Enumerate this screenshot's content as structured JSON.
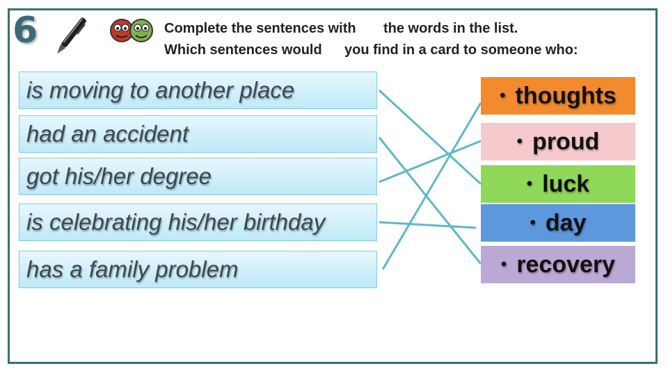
{
  "exercise": {
    "number": "6",
    "instruction_line1_a": "Complete the sentences with",
    "instruction_line1_b": "the words in the list.",
    "instruction_line2_a": "Which sentences would",
    "instruction_line2_b": "you find in a card to someone who:"
  },
  "sentences": [
    "is moving to another place",
    "had an accident",
    "got his/her degree",
    "is celebrating his/her birthday",
    "has a family problem"
  ],
  "words": [
    {
      "label": "thoughts",
      "bullet": "•",
      "color": "#f28a2e"
    },
    {
      "label": "proud",
      "bullet": "•",
      "color": "#f6c9cc"
    },
    {
      "label": "luck",
      "bullet": "•",
      "color": "#8fd85a"
    },
    {
      "label": "day",
      "bullet": "•",
      "color": "#5d97dc"
    },
    {
      "label": "recovery",
      "bullet": "•",
      "color": "#bca8d4"
    }
  ],
  "colors": {
    "frame": "#3a6f78",
    "connector": "#5fb7c8"
  }
}
